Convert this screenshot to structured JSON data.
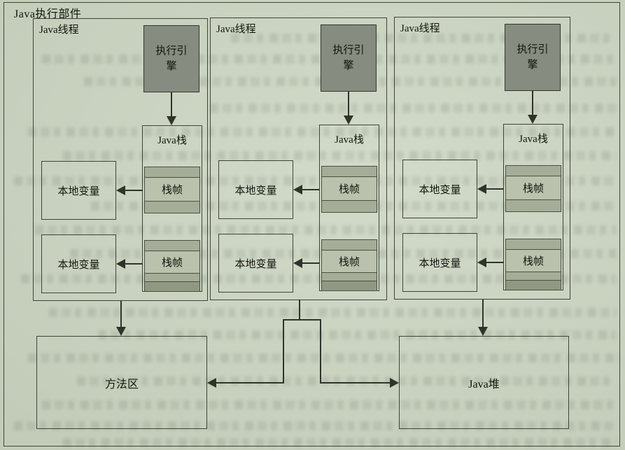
{
  "page": {
    "outer_label": "Java执行部件"
  },
  "threads": [
    {
      "label": "Java线程",
      "engine": "执行引擎",
      "stack_label": "Java栈",
      "frame1": "栈帧",
      "frame2": "栈帧",
      "local1": "本地变量",
      "local2": "本地变量"
    },
    {
      "label": "Java线程",
      "engine": "执行引擎",
      "stack_label": "Java栈",
      "frame1": "栈帧",
      "frame2": "栈帧",
      "local1": "本地变量",
      "local2": "本地变量"
    },
    {
      "label": "Java线程",
      "engine": "执行引擎",
      "stack_label": "Java栈",
      "frame1": "栈帧",
      "frame2": "栈帧",
      "local1": "本地变量",
      "local2": "本地变量"
    }
  ],
  "bottom": {
    "method_area": "方法区",
    "heap": "Java堆"
  },
  "colors": {
    "page_bg": "#cdd6c3",
    "engine_fill": "#868c7f",
    "frame_fill": "#bac1ac",
    "strip_fill": "#a5ad99",
    "band_fill": "#909882",
    "line": "#2f342a",
    "border": "#3f4537"
  }
}
